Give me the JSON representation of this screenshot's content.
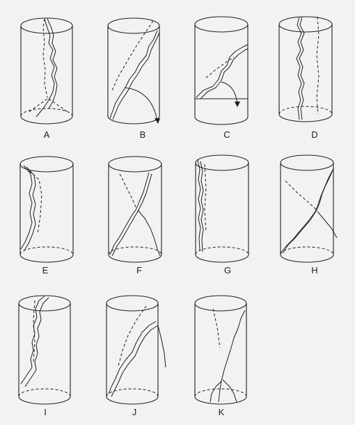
{
  "figure": {
    "labels": [
      "A",
      "B",
      "C",
      "D",
      "E",
      "F",
      "G",
      "H",
      "I",
      "J",
      "K"
    ]
  }
}
